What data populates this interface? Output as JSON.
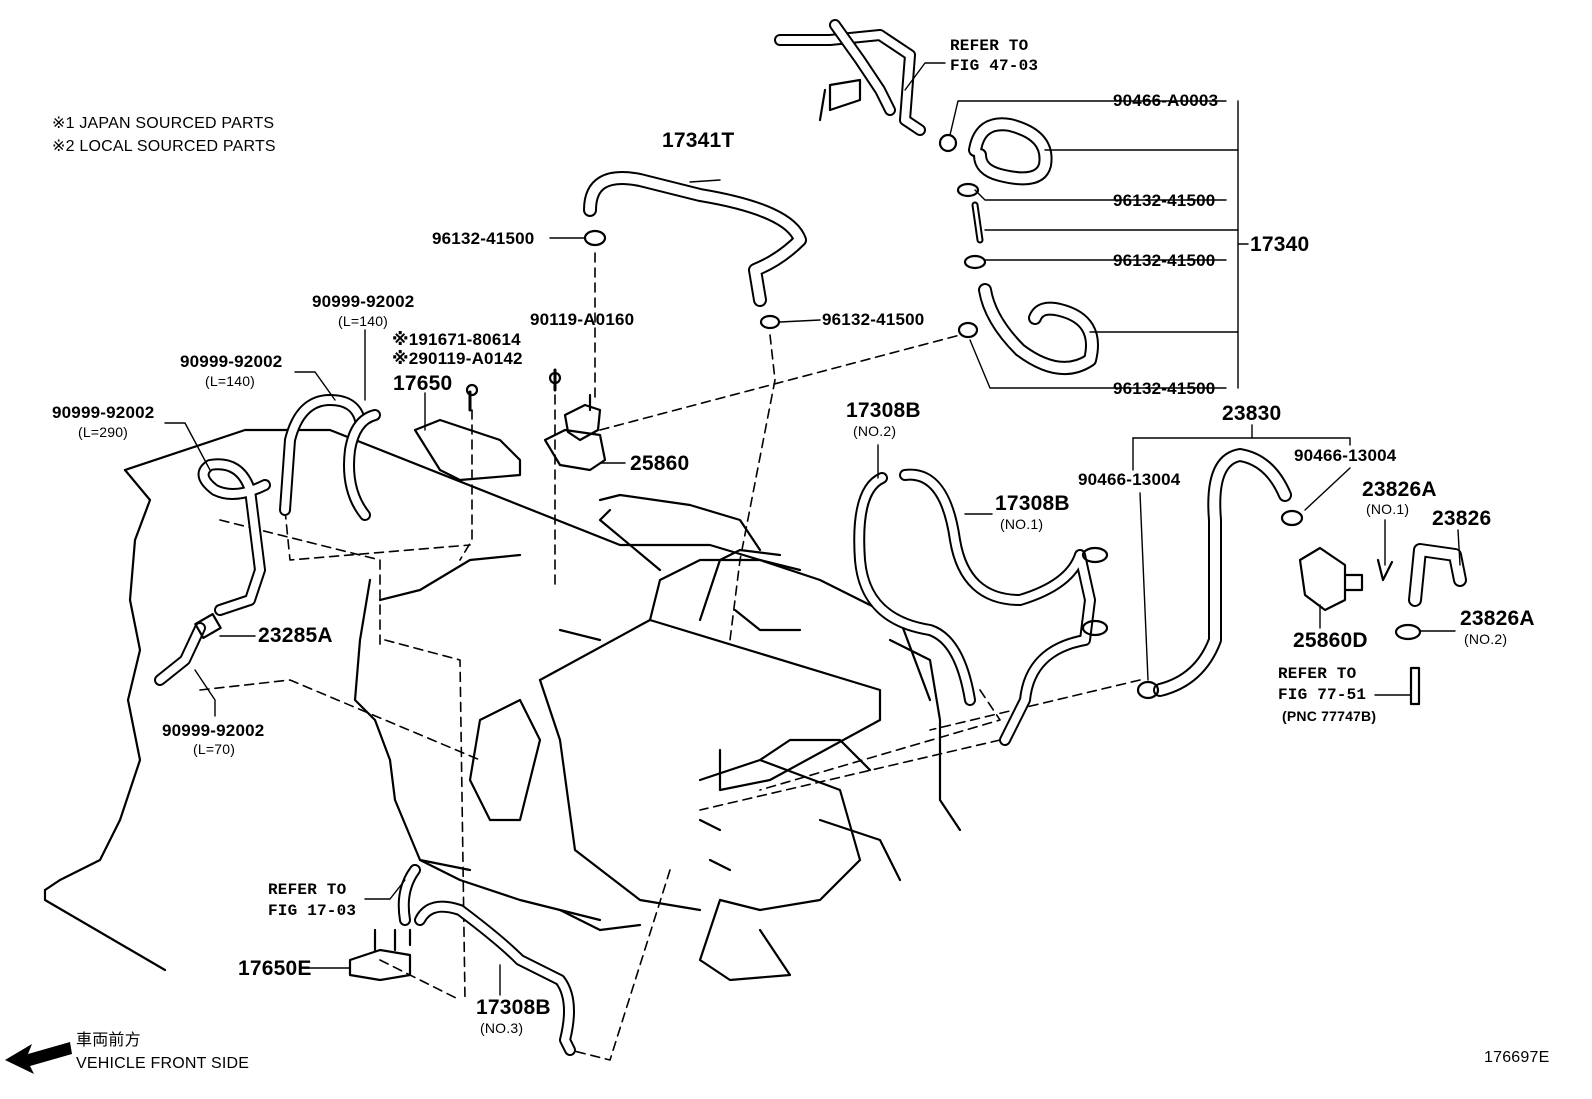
{
  "notes": {
    "japan": "※1 JAPAN SOURCED PARTS",
    "local": "※2 LOCAL SOURCED PARTS"
  },
  "refers": {
    "fig_47_03_a": "REFER TO",
    "fig_47_03_b": "FIG 47-03",
    "fig_17_03_a": "REFER TO",
    "fig_17_03_b": "FIG 17-03",
    "fig_77_51_a": "REFER TO",
    "fig_77_51_b": "FIG 77-51",
    "fig_77_51_c": "(PNC 77747B)"
  },
  "parts": {
    "p17341T": "17341T",
    "p96132_a": "96132-41500",
    "p96132_b": "96132-41500",
    "p96132_r1": "96132-41500",
    "p96132_r2": "96132-41500",
    "p96132_r3": "96132-41500",
    "p90466_A0003": "90466-A0003",
    "p17340": "17340",
    "p90999_top": "90999-92002",
    "p90999_top_len": "(L=140)",
    "p90999_mid": "90999-92002",
    "p90999_mid_len": "(L=140)",
    "p90999_left": "90999-92002",
    "p90999_left_len": "(L=290)",
    "p90999_low": "90999-92002",
    "p90999_low_len": "(L=70)",
    "p191671": "※191671-80614",
    "p290119": "※290119-A0142",
    "p90119": "90119-A0160",
    "p17650": "17650",
    "p25860": "25860",
    "p17308B_no2": "17308B",
    "p17308B_no2_sub": "(NO.2)",
    "p17308B_no1": "17308B",
    "p17308B_no1_sub": "(NO.1)",
    "p17308B_no3": "17308B",
    "p17308B_no3_sub": "(NO.3)",
    "p23830": "23830",
    "p90466_13004_a": "90466-13004",
    "p90466_13004_b": "90466-13004",
    "p23826A_no1": "23826A",
    "p23826A_no1_sub": "(NO.1)",
    "p23826": "23826",
    "p25860D": "25860D",
    "p23826A_no2": "23826A",
    "p23826A_no2_sub": "(NO.2)",
    "p23285A": "23285A",
    "p17650E": "17650E"
  },
  "footer": {
    "direction_jp": "車両前方",
    "direction_en": "VEHICLE FRONT SIDE",
    "figure_id": "176697E"
  },
  "icons": {
    "front_arrow": "arrow-left-icon"
  }
}
